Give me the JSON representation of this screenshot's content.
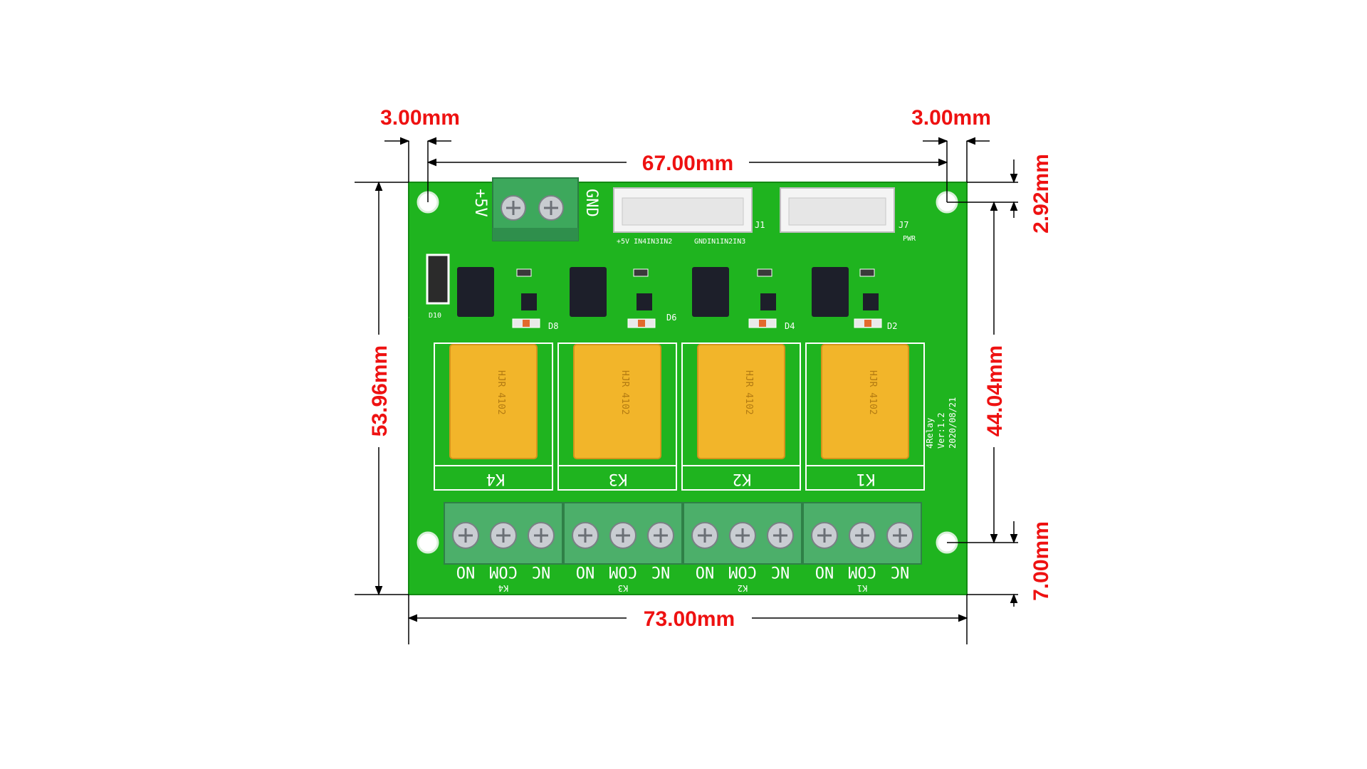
{
  "dimensions": {
    "left_hole_offset": "3.00mm",
    "right_hole_offset": "3.00mm",
    "hole_spacing_x": "67.00mm",
    "top_hole_offset": "2.92mm",
    "board_height": "53.96mm",
    "hole_spacing_y": "44.04mm",
    "bottom_hole_offset": "7.00mm",
    "board_width": "73.00mm"
  },
  "board": {
    "version_line1": "4Relay",
    "version_line2": "Ver:1.2",
    "version_line3": "2020/08/21",
    "power_plus": "+5V",
    "power_gnd": "GND",
    "connector_j1": "J1",
    "connector_j7": "J7",
    "header_left": "+5V IN4IN3IN2",
    "header_right": "GNDIN1IN2IN3",
    "pwr_label": "PWR",
    "led_labels": [
      "D8",
      "D6",
      "D4",
      "D2",
      "D10"
    ],
    "relays": [
      {
        "ref": "K4",
        "text": "HJR 4102",
        "terminals": [
          "NO",
          "COM",
          "NC"
        ],
        "group": "K4"
      },
      {
        "ref": "K3",
        "text": "HJR 4102",
        "terminals": [
          "NO",
          "COM",
          "NC"
        ],
        "group": "K3"
      },
      {
        "ref": "K2",
        "text": "HJR 4102",
        "terminals": [
          "NO",
          "COM",
          "NC"
        ],
        "group": "K2"
      },
      {
        "ref": "K1",
        "text": "HJR 4102",
        "terminals": [
          "NO",
          "COM",
          "NC"
        ],
        "group": "K1"
      }
    ]
  },
  "colors": {
    "dimension": "#ee1111",
    "pcb": "#1fb41f",
    "terminal": "#4caf6a",
    "relay": "#f2b52a",
    "silk": "#ffffff"
  }
}
